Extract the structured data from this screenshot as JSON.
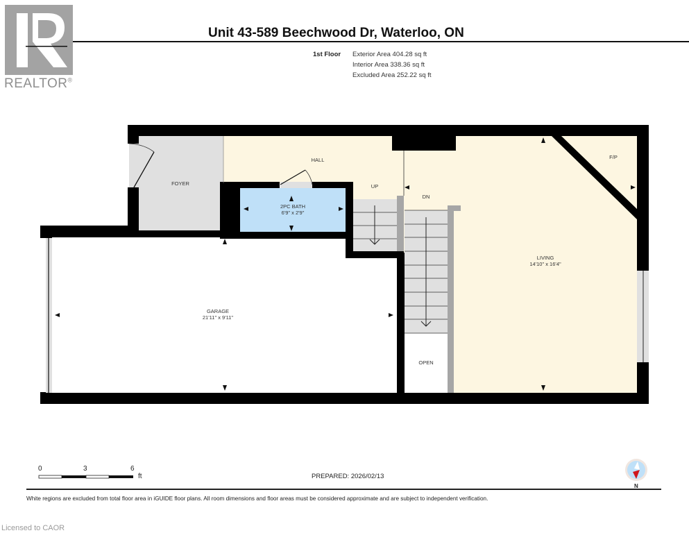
{
  "logo": {
    "letter": "R",
    "text": "REALTOR",
    "trademark": "®"
  },
  "header": {
    "title": "Unit 43-589 Beechwood Dr, Waterloo, ON",
    "floor": "1st Floor",
    "areas": [
      {
        "label": "Exterior Area 404.28 sq ft"
      },
      {
        "label": "Interior Area 338.36 sq ft"
      },
      {
        "label": "Excluded Area 252.22 sq ft"
      }
    ]
  },
  "colors": {
    "wall": "#000000",
    "foyer": "#e0e0e0",
    "hall": "#fdf6e1",
    "living": "#fdf6e1",
    "bath": "#bfe0f8",
    "stairs": "#e0e0e0",
    "railing": "#a6a6a6",
    "garage": "#ffffff",
    "logo": "#a3a3a3"
  },
  "rooms": [
    {
      "id": "foyer",
      "name": "FOYER",
      "dims": ""
    },
    {
      "id": "hall",
      "name": "HALL",
      "dims": ""
    },
    {
      "id": "bath",
      "name": "2PC BATH",
      "dims": "6'9\" x 2'9\""
    },
    {
      "id": "garage",
      "name": "GARAGE",
      "dims": "21'11\" x 9'11\""
    },
    {
      "id": "living",
      "name": "LIVING",
      "dims": "14'10\" x 16'4\""
    },
    {
      "id": "fireplace",
      "name": "F/P",
      "dims": ""
    },
    {
      "id": "open",
      "name": "OPEN",
      "dims": ""
    }
  ],
  "stair_labels": {
    "up": "UP",
    "down": "DN"
  },
  "scale_bar": {
    "ticks": [
      "0",
      "3",
      "6"
    ],
    "unit": "ft"
  },
  "compass": {
    "label": "N"
  },
  "footer": {
    "prepared": "PREPARED: 2026/02/13",
    "disclaimer": "White regions are excluded from total floor area in iGUIDE floor plans. All room dimensions and floor areas must be considered approximate and are subject to independent verification.",
    "licensed": "Licensed to CAOR"
  }
}
